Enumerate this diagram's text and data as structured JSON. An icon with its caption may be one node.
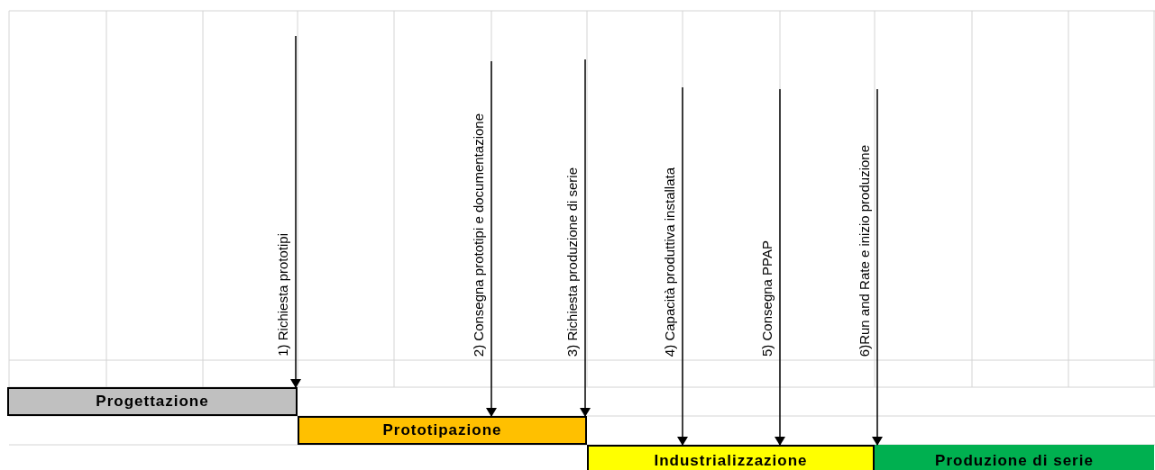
{
  "diagram": {
    "nodes": [
      {
        "text": [
          "Progettazione"
        ]
      },
      {
        "text": [
          "Prototipazione"
        ]
      },
      {
        "text": [
          "Industrializzazione"
        ]
      },
      {
        "text": [
          "Produzione di serie"
        ]
      }
    ],
    "edges": [
      {
        "from": null,
        "to": 0,
        "arrow": "to",
        "label": "1) Richiesta prototipi"
      },
      {
        "from": null,
        "to": 1,
        "arrow": "to",
        "label": "2) Consegna prototipi e documentazione"
      },
      {
        "from": null,
        "to": 1,
        "arrow": "to",
        "label": "3) Richiesta produzione di serie"
      },
      {
        "from": null,
        "to": 2,
        "arrow": "to",
        "label": "4) Capacità produttiva installata"
      },
      {
        "from": null,
        "to": 2,
        "arrow": "to",
        "label": "5) Consegna  PPAP"
      },
      {
        "from": null,
        "to": 3,
        "arrow": "to",
        "label": "6)Run and Rate e inizio produzione"
      }
    ]
  }
}
